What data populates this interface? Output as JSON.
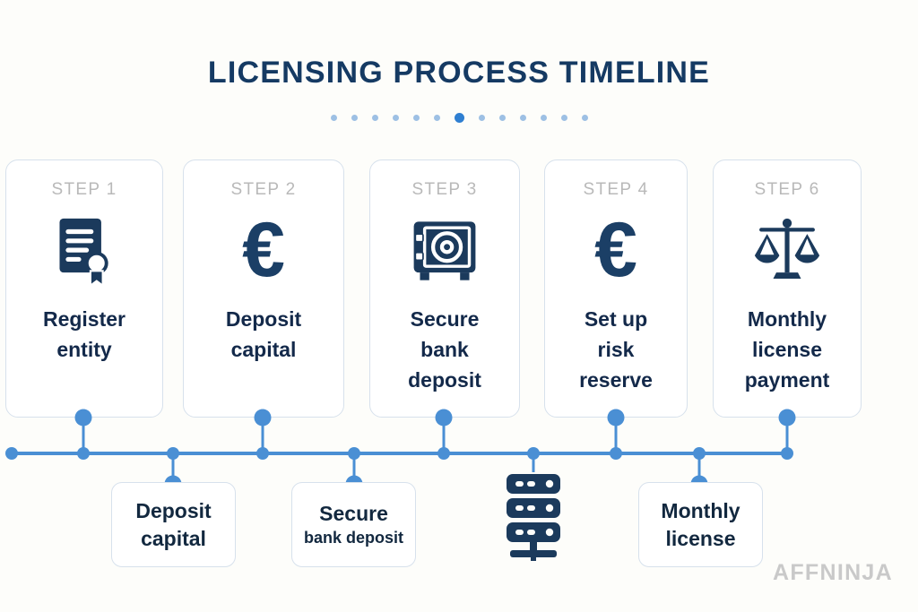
{
  "header": {
    "title": "LICENSING PROCESS TIMELINE",
    "dots_total": 13,
    "dots_active_index": 6
  },
  "colors": {
    "background": "#fdfdfa",
    "navy": "#1b3f66",
    "title_navy": "#153a63",
    "text_navy": "#12283f",
    "timeline_blue": "#4a8fd4",
    "dot_inactive": "#9dc0e4",
    "dot_active": "#2f7fd1",
    "card_border": "#d7e1ec",
    "card_fill": "#ffffff",
    "step_label_gray": "#b9b9b9",
    "watermark_gray": "#c9c9c9"
  },
  "steps": [
    {
      "step_label": "STEP 1",
      "title": "Register\nentity",
      "icon": "certificate-icon"
    },
    {
      "step_label": "STEP 2",
      "title": "Deposit\ncapital",
      "icon": "euro-icon",
      "glyph": "€"
    },
    {
      "step_label": "STEP 3",
      "title": "Secure\nbank\ndeposit",
      "icon": "safe-vault-icon"
    },
    {
      "step_label": "STEP 4",
      "title": "Set up\nrisk\nreserve",
      "icon": "euro-icon",
      "glyph": "€"
    },
    {
      "step_label": "STEP 6",
      "title": "Monthly\nlicense\npayment",
      "icon": "balance-scales-icon"
    }
  ],
  "bottom_items": [
    {
      "line1": "Deposit",
      "line2": "capital",
      "line2_small": false
    },
    {
      "line1": "Secure",
      "line2": "bank deposit",
      "line2_small": true
    },
    {
      "line1": "",
      "line2": "",
      "icon": "server-rack-icon"
    },
    {
      "line1": "Monthly",
      "line2": "license",
      "line2_small": false
    }
  ],
  "watermark": "AFFNINJA"
}
